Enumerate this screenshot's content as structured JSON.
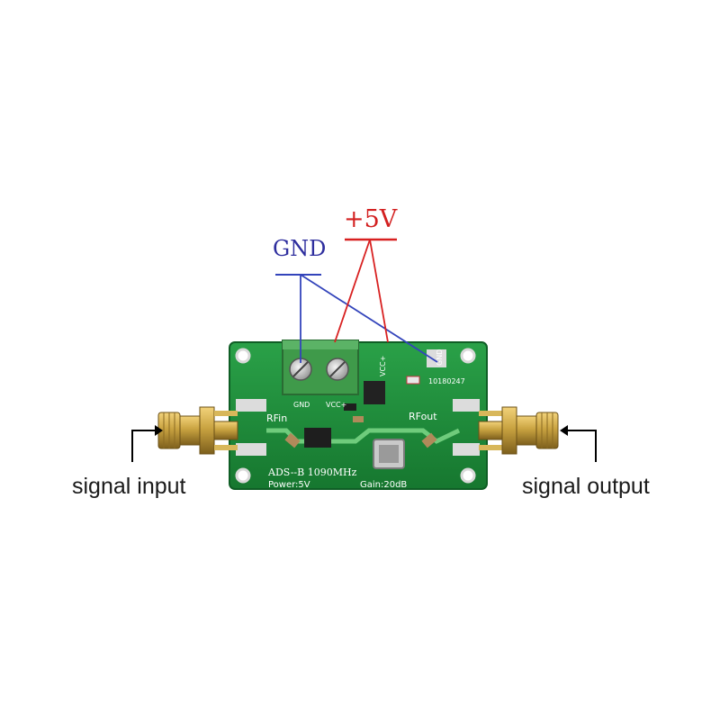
{
  "annotations": {
    "signal_input": "signal input",
    "signal_output": "signal output",
    "ground": "GND",
    "supply": "+5V"
  },
  "board": {
    "label_gnd": "GND",
    "label_vcc": "VCC+",
    "label_vcc2": "VCC+",
    "label_gnd2": "GND",
    "serial": "10180247",
    "rf_in": "RFin",
    "rf_out": "RFout",
    "model": "ADS--B 1090MHz",
    "power": "Power:5V",
    "gain": "Gain:20dB"
  },
  "colors": {
    "pcb": "#1f8a3a",
    "terminal": "#3f9a4a",
    "sma_gold": "#c9a341",
    "gnd_line": "#3344bb",
    "vcc_line": "#d82020"
  }
}
